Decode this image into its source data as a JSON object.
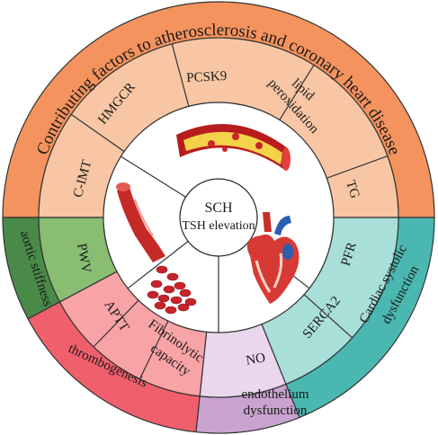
{
  "center": {
    "line1": "SCH",
    "line2": "TSH elevation"
  },
  "outer_ring": {
    "atherosclerosis": "Contributing factors to atherosclerosis and coronary heart disease",
    "aortic": "aortic stiffness",
    "cardiac_1": "Cardiac systolic",
    "cardiac_2": "dysfunction",
    "thrombo": "thrombogenesis",
    "endo_1": "endothelium",
    "endo_2": "dysfunction"
  },
  "middle_ring": {
    "cimt": "C-IMT",
    "hmgcr": "HMGCR",
    "pcsk9": "PCSK9",
    "lipid_1": "lipid",
    "lipid_2": "peroxidation",
    "tg": "TG",
    "pwv": "PWV",
    "pfr": "PFR",
    "serca2": "SERCA2",
    "aptt": "APTT",
    "fibrino_1": "Fibrinolytic",
    "fibrino_2": "capacity",
    "no": "NO"
  },
  "colors": {
    "atherosclerosis_outer": "#f4935e",
    "atherosclerosis_inner": "#f8c6a4",
    "aortic_outer": "#4a8a48",
    "aortic_inner": "#88bd72",
    "cardiac_outer": "#4ab8b0",
    "cardiac_inner": "#a9dfd9",
    "thrombo_outer": "#f0606c",
    "thrombo_inner": "#f8a3a6",
    "endo_outer": "#c9a3cf",
    "endo_inner": "#ead7ee"
  }
}
